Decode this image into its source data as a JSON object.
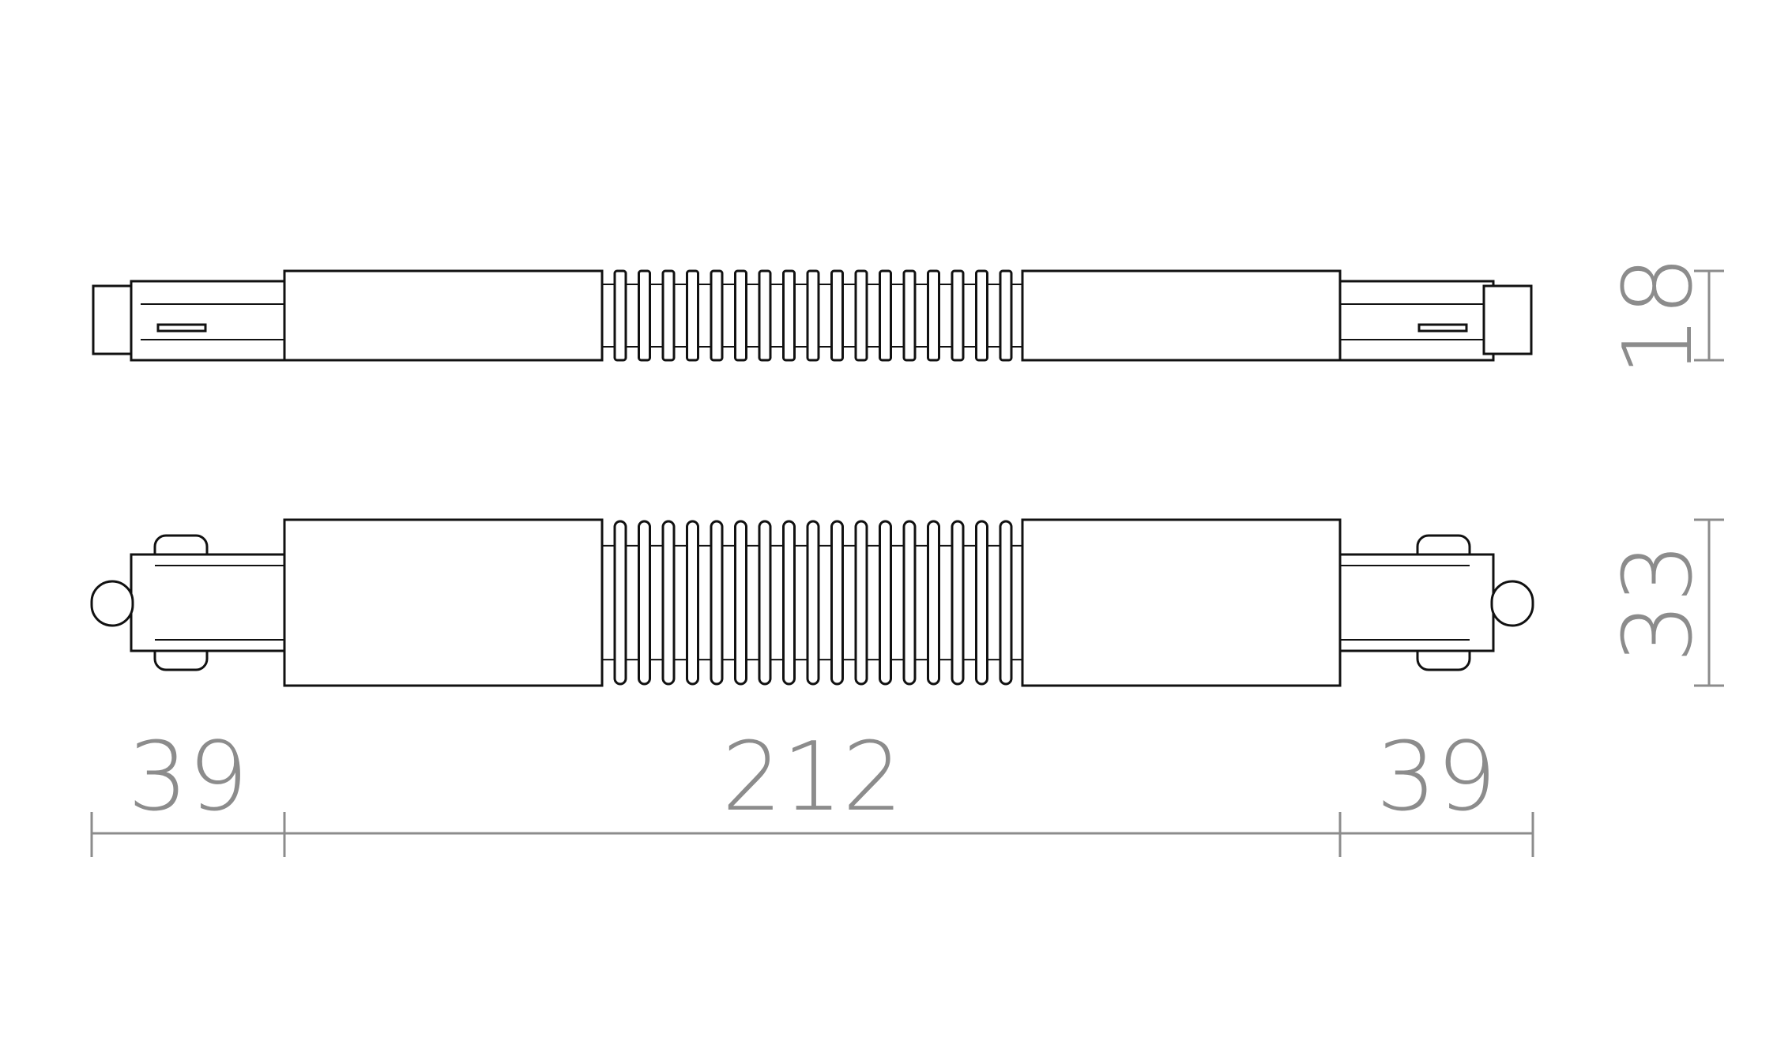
{
  "dimensions": {
    "height_side": "18",
    "height_top": "33",
    "left_end": "39",
    "center": "212",
    "right_end": "39"
  },
  "colors": {
    "outline": "#111111",
    "dimension": "#8c8c8c"
  }
}
